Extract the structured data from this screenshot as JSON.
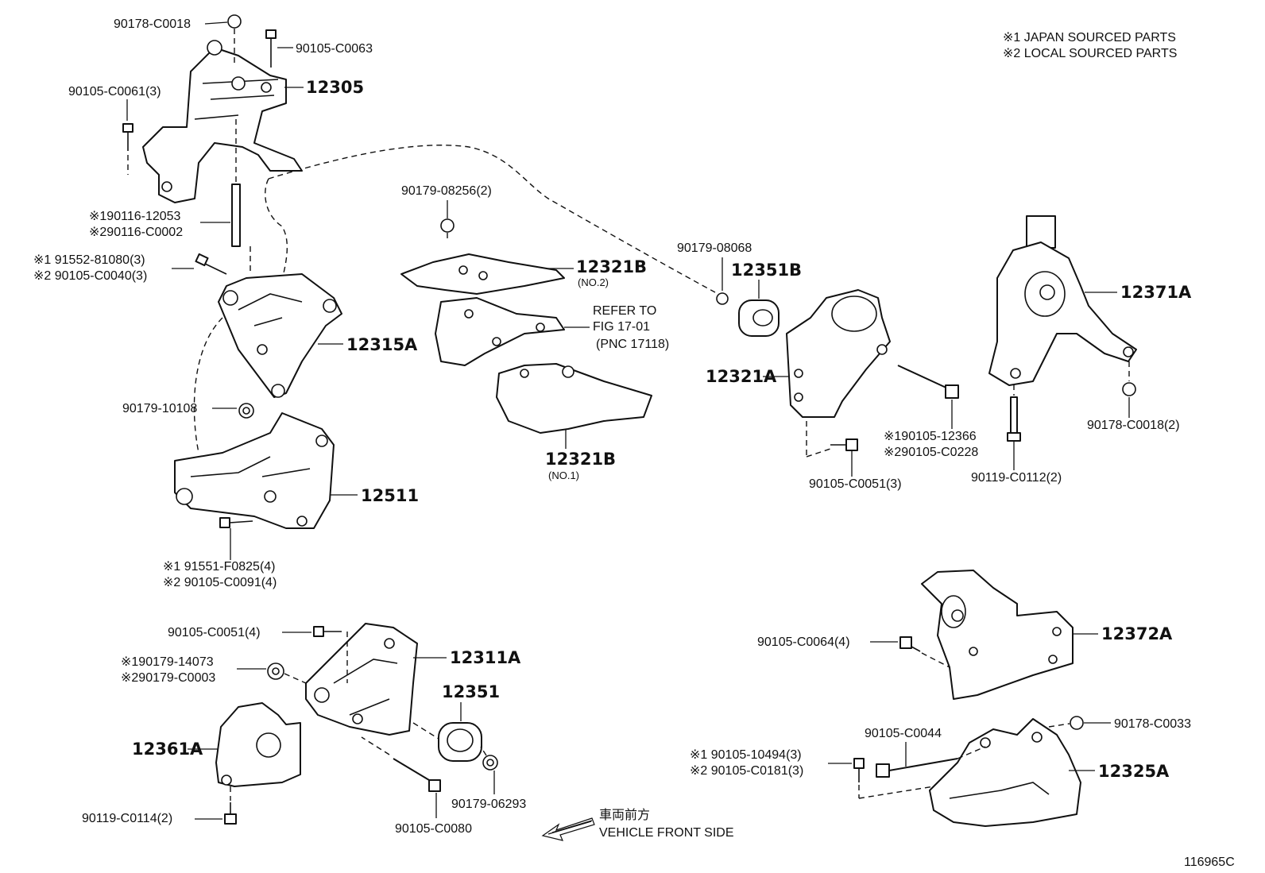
{
  "notes": {
    "note1": "※1 JAPAN SOURCED PARTS",
    "note2": "※2 LOCAL SOURCED PARTS"
  },
  "figure_id": "116965C",
  "direction": {
    "jp": "車両前方",
    "en": "VEHICLE FRONT SIDE"
  },
  "refer": {
    "line1": "REFER TO",
    "line2": "FIG 17-01",
    "line3": "(PNC 17118)"
  },
  "parts": {
    "p90178_C0018": "90178-C0018",
    "p90105_C0063": "90105-C0063",
    "p90105_C0061": "90105-C0061(3)",
    "p12305": "12305",
    "p90116_12053": "※190116-12053",
    "p90116_C0002": "※290116-C0002",
    "p91552_81080": "※1 91552-81080(3)",
    "p90105_C0040": "※2 90105-C0040(3)",
    "p12315A": "12315A",
    "p90179_10108": "90179-10108",
    "p12511": "12511",
    "p91551_F0825": "※1 91551-F0825(4)",
    "p90105_C0091": "※2 90105-C0091(4)",
    "p90105_C0051_4": "90105-C0051(4)",
    "p90179_14073": "※190179-14073",
    "p90179_C0003": "※290179-C0003",
    "p12311A": "12311A",
    "p12351": "12351",
    "p12361A": "12361A",
    "p90119_C0114": "90119-C0114(2)",
    "p90105_C0080": "90105-C0080",
    "p90179_06293": "90179-06293",
    "p90179_08256": "90179-08256(2)",
    "p12321B_no2": "12321B",
    "p12321B_no2_sub": "(NO.2)",
    "p12321B_no1": "12321B",
    "p12321B_no1_sub": "(NO.1)",
    "p90179_08068": "90179-08068",
    "p12351B": "12351B",
    "p12321A": "12321A",
    "p90105_12366": "※190105-12366",
    "p90105_C0228": "※290105-C0228",
    "p90105_C0051_3": "90105-C0051(3)",
    "p12371A": "12371A",
    "p90178_C0018_2": "90178-C0018(2)",
    "p90119_C0112": "90119-C0112(2)",
    "p90105_C0064": "90105-C0064(4)",
    "p12372A": "12372A",
    "p90178_C0033": "90178-C0033",
    "p90105_C0044": "90105-C0044",
    "p90105_10494": "※1 90105-10494(3)",
    "p90105_C0181": "※2 90105-C0181(3)",
    "p12325A": "12325A"
  }
}
